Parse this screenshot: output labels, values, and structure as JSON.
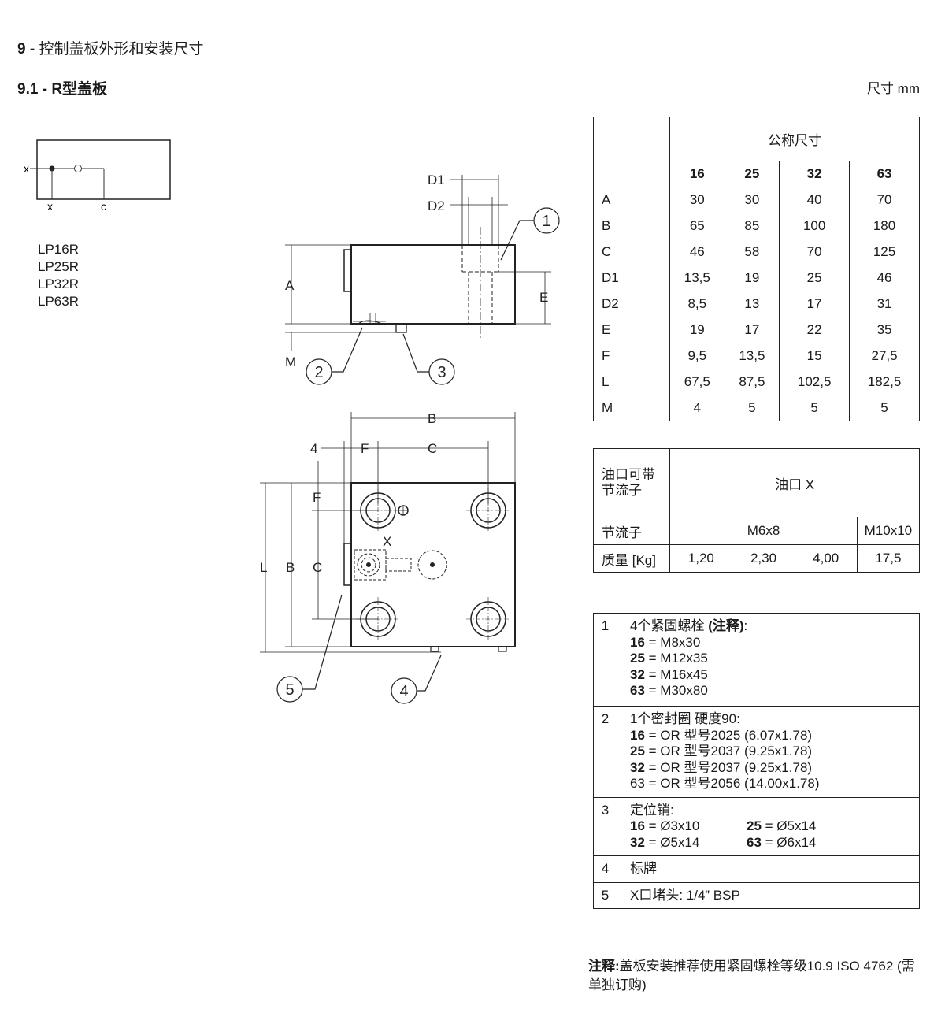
{
  "header": {
    "section_num": "9 -",
    "section_title": "控制盖板外形和安装尺寸",
    "subsection_num": "9.1 -",
    "subsection_title_bold": "R",
    "subsection_title_rest": "型盖板",
    "unit_label": "尺寸 mm"
  },
  "symbol": {
    "port_x": "x",
    "label_x": "x",
    "label_c": "c"
  },
  "models": [
    "LP16R",
    "LP25R",
    "LP32R",
    "LP63R"
  ],
  "drawing_labels": {
    "D1": "D1",
    "D2": "D2",
    "A": "A",
    "E": "E",
    "M": "M",
    "B": "B",
    "C": "C",
    "F": "F",
    "L": "L",
    "X": "X",
    "four": "4",
    "callout_1": "1",
    "callout_2": "2",
    "callout_3": "3",
    "callout_4": "4",
    "callout_5": "5"
  },
  "dim_table": {
    "header": "公称尺寸",
    "sizes": [
      "16",
      "25",
      "32",
      "63"
    ],
    "rows": [
      {
        "label": "A",
        "values": [
          "30",
          "30",
          "40",
          "70"
        ]
      },
      {
        "label": "B",
        "values": [
          "65",
          "85",
          "100",
          "180"
        ]
      },
      {
        "label": "C",
        "values": [
          "46",
          "58",
          "70",
          "125"
        ]
      },
      {
        "label": "D1",
        "values": [
          "13,5",
          "19",
          "25",
          "46"
        ]
      },
      {
        "label": "D2",
        "values": [
          "8,5",
          "13",
          "17",
          "31"
        ]
      },
      {
        "label": "E",
        "values": [
          "19",
          "17",
          "22",
          "35"
        ]
      },
      {
        "label": "F",
        "values": [
          "9,5",
          "13,5",
          "15",
          "27,5"
        ]
      },
      {
        "label": "L",
        "values": [
          "67,5",
          "87,5",
          "102,5",
          "182,5"
        ]
      },
      {
        "label": "M",
        "values": [
          "4",
          "5",
          "5",
          "5"
        ]
      }
    ]
  },
  "weight_table": {
    "label_line1": "油口可带",
    "label_line2": "节流子",
    "port_header": "油口 X",
    "throttle_label": "节流子",
    "throttle_small": "M6x8",
    "throttle_large": "M10x10",
    "mass_label": "质量 [Kg]",
    "masses": [
      "1,20",
      "2,30",
      "4,00",
      "17,5"
    ]
  },
  "notes": [
    {
      "num": "1",
      "title": "4个紧固螺栓 ",
      "title_bold": "(注释)",
      "title_end": ":",
      "lines": [
        {
          "size": "16",
          "text": " = M8x30"
        },
        {
          "size": "25",
          "text": " = M12x35"
        },
        {
          "size": "32",
          "text": " = M16x45"
        },
        {
          "size": "63",
          "text": " = M30x80"
        }
      ]
    },
    {
      "num": "2",
      "title": "1个密封圈 硬度90:",
      "lines": [
        {
          "size": "16",
          "text": " = OR 型号2025 (6.07x1.78)"
        },
        {
          "size": "25",
          "text": " = OR 型号2037 (9.25x1.78)"
        },
        {
          "size": "32",
          "text": " = OR 型号2037 (9.25x1.78)"
        },
        {
          "text": "63 = OR 型号2056 (14.00x1.78)"
        }
      ]
    },
    {
      "num": "3",
      "title": "定位销:",
      "pairs": [
        {
          "s1": "16",
          "t1": " = Ø3x10",
          "s2": "25",
          "t2": " = Ø5x14"
        },
        {
          "s1": "32",
          "t1": " = Ø5x14",
          "s2": "63",
          "t2": " = Ø6x14"
        }
      ]
    },
    {
      "num": "4",
      "title": "标牌"
    },
    {
      "num": "5",
      "title": "X口堵头:  1/4” BSP"
    }
  ],
  "footnote": {
    "bold": "注释:",
    "text": "盖板安装推荐使用紧固螺栓等级10.9 ISO 4762 (需单独订购)"
  }
}
